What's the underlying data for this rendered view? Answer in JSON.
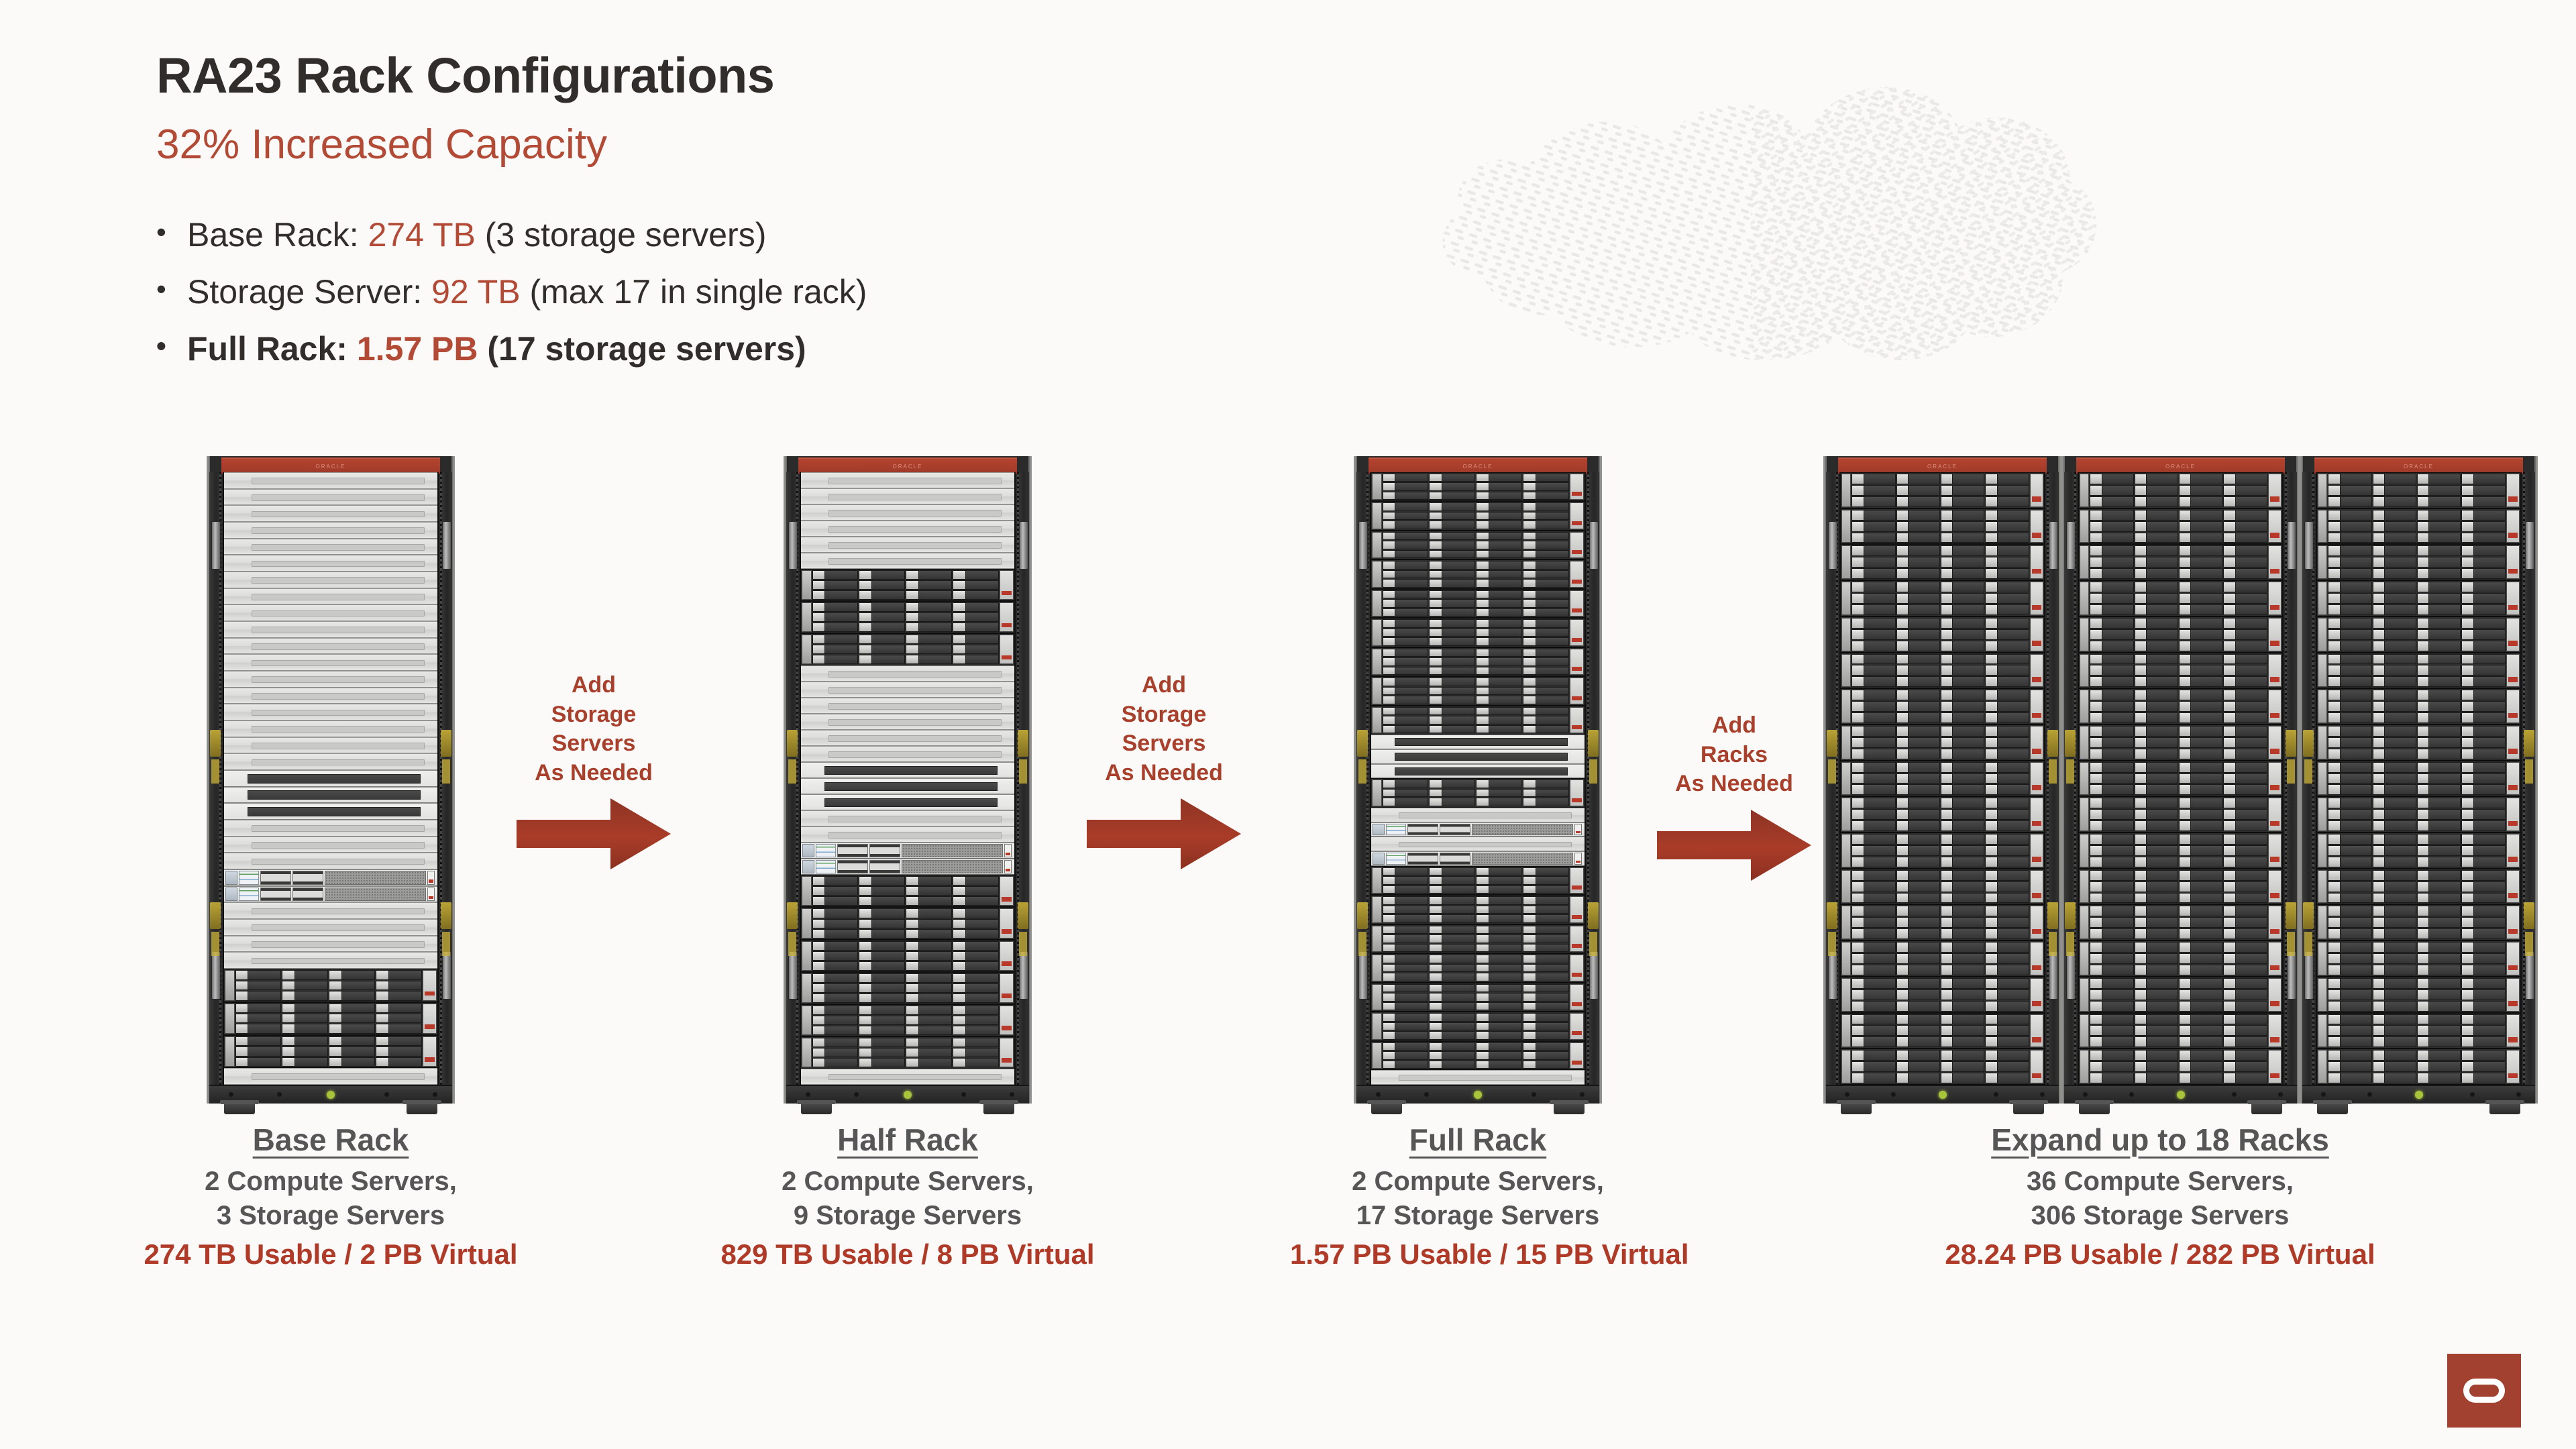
{
  "header": {
    "title": "RA23 Rack Configurations",
    "subtitle": "32% Increased Capacity"
  },
  "bullets": [
    {
      "pre": "Base Rack: ",
      "accent": "274 TB",
      "post": " (3 storage servers)",
      "bold": false
    },
    {
      "pre": "Storage Server: ",
      "accent": "92 TB",
      "post": " (max 17 in single rack)",
      "bold": false
    },
    {
      "pre": "Full Rack: ",
      "accent": "1.57 PB",
      "post": " (17 storage servers)",
      "bold": true
    }
  ],
  "arrows": [
    {
      "label": "Add\nStorage\nServers\nAs Needed"
    },
    {
      "label": "Add\nStorage\nServers\nAs Needed"
    },
    {
      "label": "Add\nRacks\nAs Needed"
    }
  ],
  "configs": [
    {
      "title": "Base Rack",
      "line1": "2 Compute Servers,",
      "line2": "3 Storage Servers",
      "stat": "274 TB Usable / 2 PB Virtual"
    },
    {
      "title": "Half Rack",
      "line1": "2 Compute Servers,",
      "line2": "9 Storage Servers",
      "stat": "829 TB Usable / 8 PB Virtual"
    },
    {
      "title": "Full Rack",
      "line1": "2 Compute Servers,",
      "line2": "17 Storage Servers",
      "stat": "1.57 PB Usable / 15 PB Virtual"
    },
    {
      "title": "Expand up to 18 Racks",
      "line1": "36 Compute Servers,",
      "line2": "306 Storage Servers",
      "stat": "28.24 PB Usable / 282 PB Virtual"
    }
  ],
  "rack_brand": "ORACLE",
  "colors": {
    "background": "#FBFAF8",
    "accent_red": "#B24A36",
    "stat_red": "#B03A28",
    "arrow_red": "#A8402C",
    "caption_gray": "#565656",
    "title_dark": "#312D2A",
    "logo_red": "#A2412F",
    "rack_top_red": "#B4432F"
  },
  "logo": {
    "name": "oracle-logo"
  },
  "rack_layouts": {
    "base": [
      "filler",
      "filler",
      "filler",
      "filler",
      "filler",
      "filler",
      "filler",
      "filler",
      "filler",
      "filler",
      "filler",
      "filler",
      "filler",
      "filler",
      "filler",
      "filler",
      "filler",
      "filler",
      "switch",
      "switch",
      "switch",
      "filler",
      "filler",
      "filler",
      "compute",
      "compute",
      "filler",
      "filler",
      "filler",
      "filler",
      "storage",
      "storage",
      "storage",
      "filler"
    ],
    "half": [
      "filler",
      "filler",
      "filler",
      "filler",
      "filler",
      "filler",
      "storage",
      "storage",
      "storage",
      "filler",
      "filler",
      "filler",
      "filler",
      "filler",
      "filler",
      "switch",
      "switch",
      "switch",
      "filler",
      "filler",
      "compute",
      "compute",
      "storage",
      "storage",
      "storage",
      "storage",
      "storage",
      "storage",
      "filler"
    ],
    "full": [
      "storage",
      "storage",
      "storage",
      "storage",
      "storage",
      "storage",
      "storage",
      "storage",
      "storage",
      "switch",
      "switch",
      "switch",
      "storage",
      "filler",
      "compute",
      "filler",
      "compute",
      "storage",
      "storage",
      "storage",
      "storage",
      "storage",
      "storage",
      "storage",
      "filler"
    ],
    "expand": [
      "storage",
      "storage",
      "storage",
      "storage",
      "storage",
      "storage",
      "storage",
      "storage",
      "storage",
      "storage",
      "storage",
      "storage",
      "storage",
      "storage",
      "storage",
      "storage",
      "storage"
    ]
  }
}
